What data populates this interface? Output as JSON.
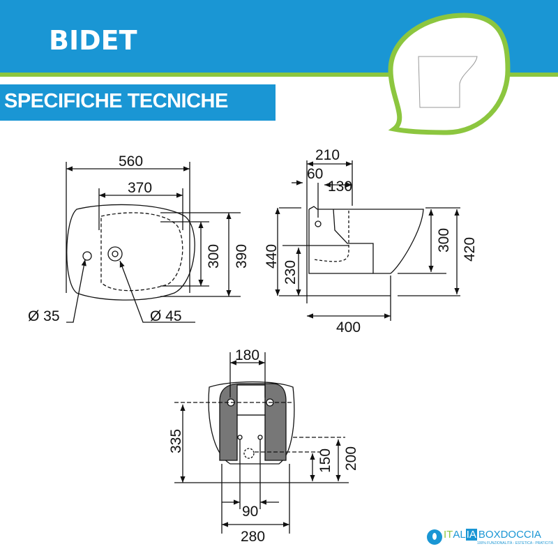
{
  "header": {
    "title": "BIDET",
    "subtitle": "SPECIFICHE TECNICHE"
  },
  "colors": {
    "blue": "#1a96d4",
    "green": "#8cc63f",
    "line": "#111111",
    "fill_gray": "#777777"
  },
  "top_view": {
    "width_total": "560",
    "width_bowl": "370",
    "depth_inner": "300",
    "depth_total": "390",
    "hole_tap": "Ø 35",
    "hole_drain": "Ø 45"
  },
  "side_view": {
    "top_width": "210",
    "tap_offset": "60",
    "drain_offset": "130",
    "height_total": "440",
    "drain_height": "230",
    "bowl_height": "300",
    "front_height": "420",
    "depth": "400"
  },
  "rear_view": {
    "fixing_spacing": "180",
    "fixing_height": "335",
    "supply_height": "150",
    "inlet_height": "200",
    "inlet_spacing": "90",
    "base_width": "280"
  },
  "logo": {
    "part1": "IT",
    "part2": "AL",
    "part3": "IA",
    "part4": "BOXDOCCIA",
    "tagline": "100% FUNZIONALITÀ - ESTETICA - PRATICITÀ"
  }
}
